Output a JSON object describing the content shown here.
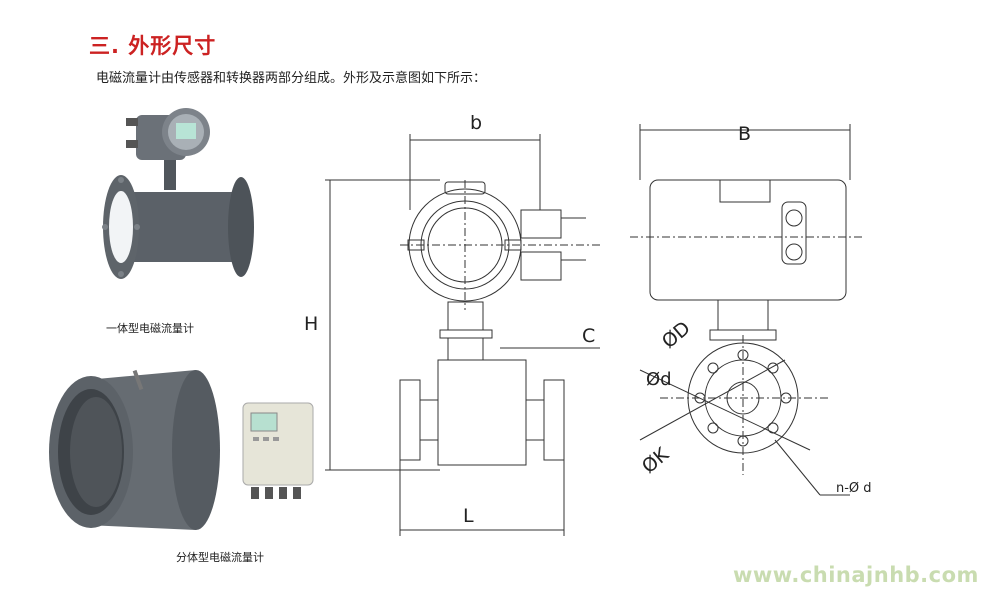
{
  "section": {
    "title": "三. 外形尺寸"
  },
  "intro": "电磁流量计由传感器和转换器两部分组成。外形及示意图如下所示：",
  "captions": {
    "integrated": "一体型电磁流量计",
    "split": "分体型电磁流量计"
  },
  "dimensions": {
    "b": "b",
    "H": "H",
    "C": "C",
    "L": "L",
    "B": "B",
    "phiD": "ØD",
    "phid": "Ød",
    "phiK": "ØK",
    "nphid": "n-Ø d"
  },
  "watermark": "www.chinajnhb.com",
  "colors": {
    "title": "#cc2222",
    "body_gray": "#5b6168",
    "liner": "#f2f4f6"
  }
}
